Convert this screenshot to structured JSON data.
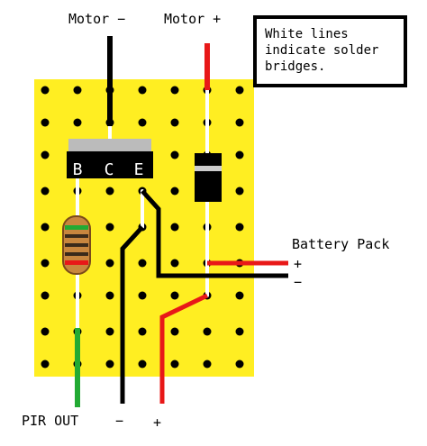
{
  "labels": {
    "motor_minus": "Motor −",
    "motor_plus": "Motor +",
    "battery_pack": "Battery Pack",
    "battery_plus": "+",
    "battery_minus": "−",
    "pir_out": "PIR OUT",
    "bottom_minus": "−",
    "bottom_plus": "+"
  },
  "transistor": {
    "pins": [
      "B",
      "C",
      "E"
    ]
  },
  "note": {
    "lines": [
      "White lines",
      "indicate solder",
      "bridges."
    ]
  },
  "colors": {
    "board": "#ffee22",
    "hole": "#000000",
    "bridge": "#ffffff",
    "wire_black": "#000000",
    "wire_red": "#e81818",
    "wire_green": "#22aa33",
    "transistor_body": "#000000",
    "transistor_tab": "#bbbbbb",
    "diode_body": "#000000",
    "diode_band": "#cccccc",
    "resistor_body": "#c8863e",
    "resistor_band_green": "#22aa33",
    "resistor_band_red": "#e81818",
    "resistor_band_dark": "#3a2a1a"
  }
}
